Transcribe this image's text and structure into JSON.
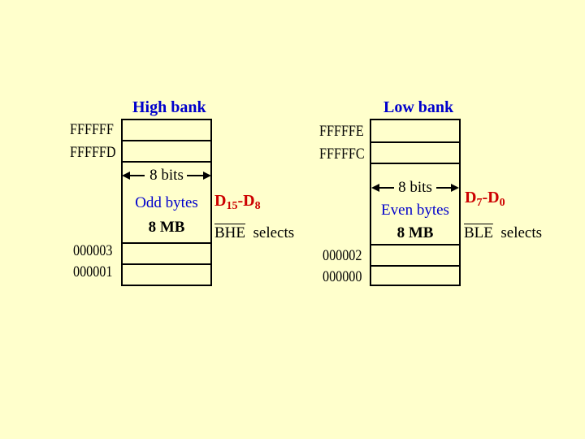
{
  "high_bank": {
    "title": "High bank",
    "top_addresses": [
      "FFFFFF",
      "FFFFFD"
    ],
    "bottom_addresses": [
      "000003",
      "000001"
    ],
    "width_label": "8 bits",
    "content_label": "Odd bytes",
    "size_label": "8 MB",
    "data_lines": {
      "prefix": "D",
      "high": "15",
      "sep": "-D",
      "low": "8"
    },
    "select_signal": "BHE",
    "select_word": "selects"
  },
  "low_bank": {
    "title": "Low bank",
    "top_addresses": [
      "FFFFFE",
      "FFFFFC"
    ],
    "bottom_addresses": [
      "000002",
      "000000"
    ],
    "width_label": "8 bits",
    "content_label": "Even bytes",
    "size_label": "8 MB",
    "data_lines": {
      "prefix": "D",
      "high": "7",
      "sep": "-D",
      "low": "0"
    },
    "select_signal": "BLE",
    "select_word": "selects"
  },
  "colors": {
    "background": "#FFFFCC",
    "title": "#0000CC",
    "data_lines": "#CC0000",
    "text": "#000000"
  }
}
